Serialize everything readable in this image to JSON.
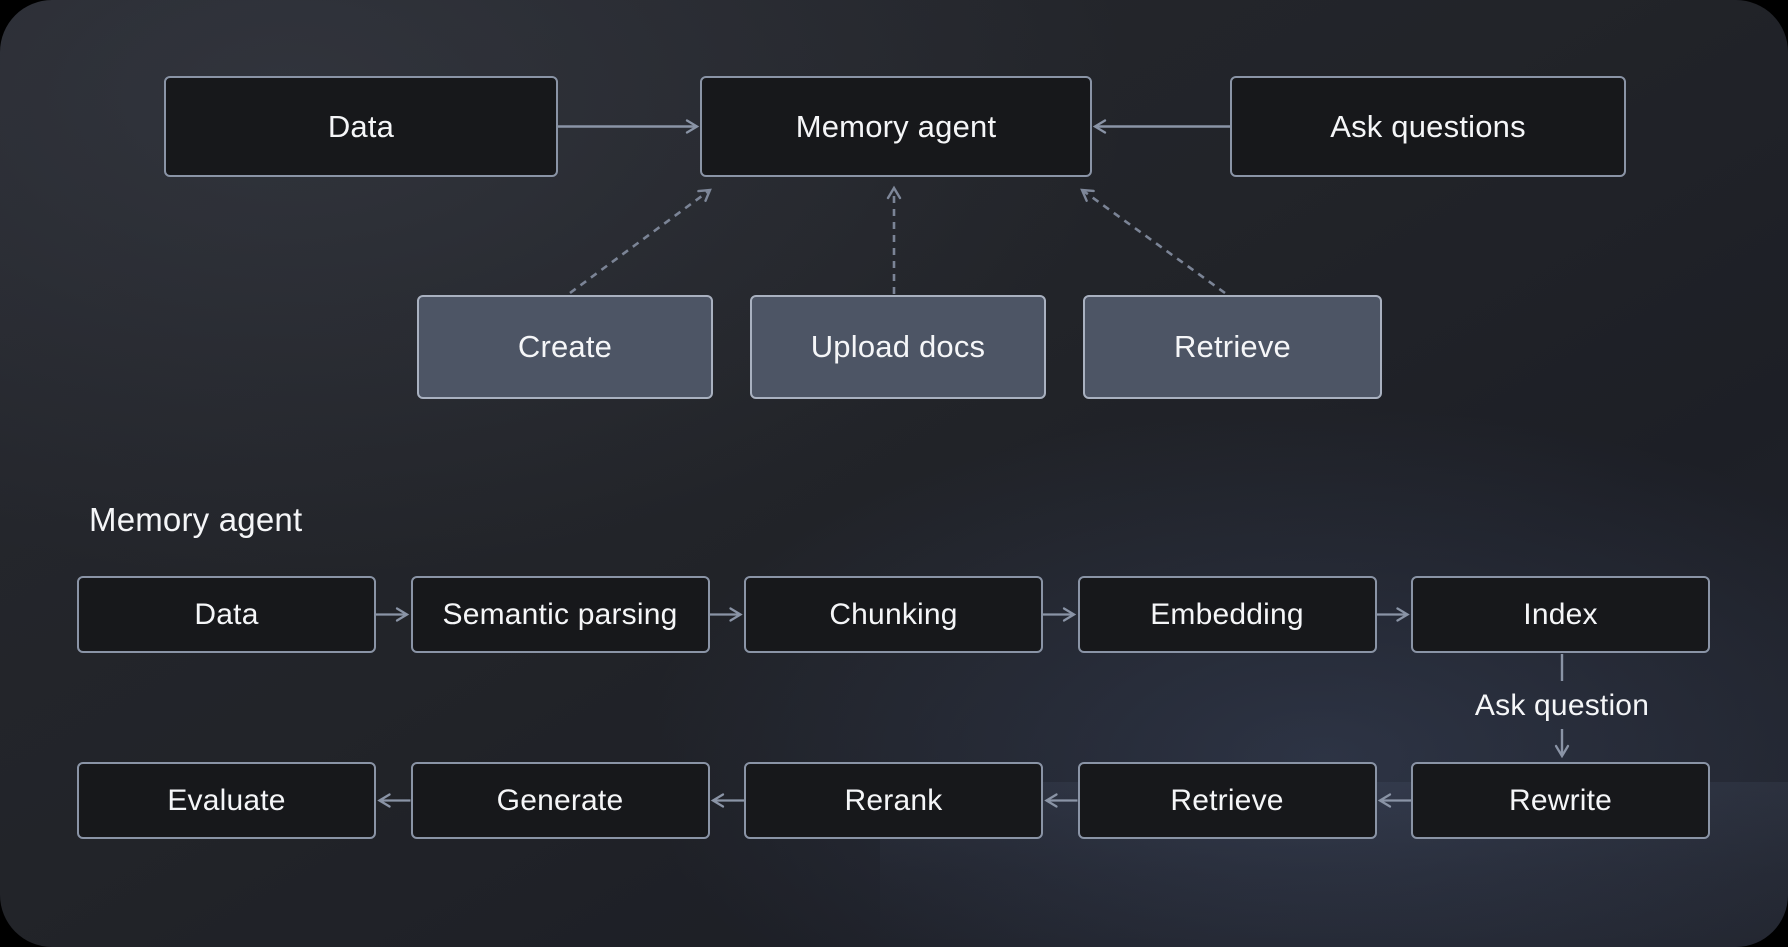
{
  "header_flow": {
    "data": "Data",
    "memory_agent": "Memory agent",
    "ask_questions": "Ask questions",
    "create": "Create",
    "upload_docs": "Upload docs",
    "retrieve": "Retrieve"
  },
  "pipeline": {
    "title": "Memory agent",
    "connector_label": "Ask question",
    "ingest": [
      "Data",
      "Semantic parsing",
      "Chunking",
      "Embedding",
      "Index"
    ],
    "query": [
      "Evaluate",
      "Generate",
      "Rerank",
      "Retrieve",
      "Rewrite"
    ]
  },
  "colors": {
    "background": "#22242b",
    "node_dark_fill": "#17181b",
    "node_dark_border": "#8a94a6",
    "node_mid_fill": "#4d5565",
    "node_mid_border": "#a9b1c0",
    "arrow_solid": "#8a94a6",
    "arrow_dashed": "#7b8496",
    "text": "#f5f6f8"
  }
}
